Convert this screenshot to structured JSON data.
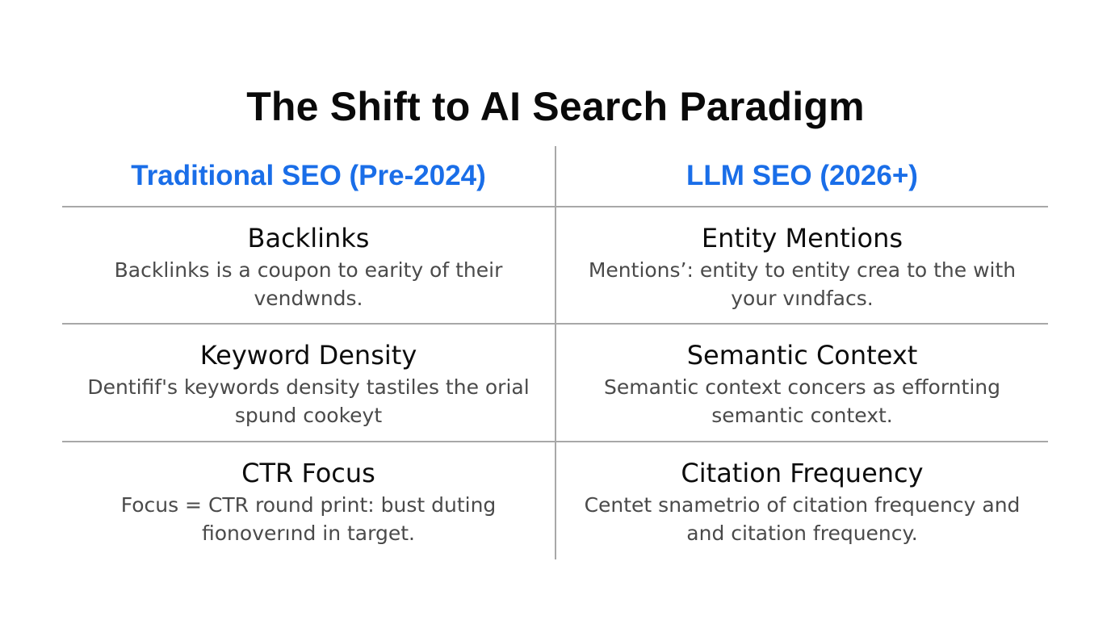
{
  "title": "The Shift to AI Search Paradigm",
  "colors": {
    "accent": "#1a6ee8",
    "heading": "#0d0d0d",
    "body_text": "#4a4a4a",
    "grid_lines": "#a8a8a8",
    "background": "#ffffff"
  },
  "columns": {
    "left_header": "Traditional SEO (Pre-2024)",
    "right_header": "LLM SEO (2026+)"
  },
  "rows": [
    {
      "left": {
        "heading": "Backlinks",
        "description": "Backlinks is a coupon to earity of their vendwnds."
      },
      "right": {
        "heading": "Entity Mentions",
        "description": "Mentions’: entity to entity crea to the with your vındfacs."
      }
    },
    {
      "left": {
        "heading": "Keyword Density",
        "description": "Dentifif's keywords density tastiles the orial spund cookeyt"
      },
      "right": {
        "heading": "Semantic Context",
        "description": "Semantic context concers as effornting semantic context."
      }
    },
    {
      "left": {
        "heading": "CTR Focus",
        "description": "Focus = CTR round print: bust duting fionoverınd in target."
      },
      "right": {
        "heading": "Citation Frequency",
        "description": "Centet snametrio of citation frequency and and citation frequency."
      }
    }
  ]
}
